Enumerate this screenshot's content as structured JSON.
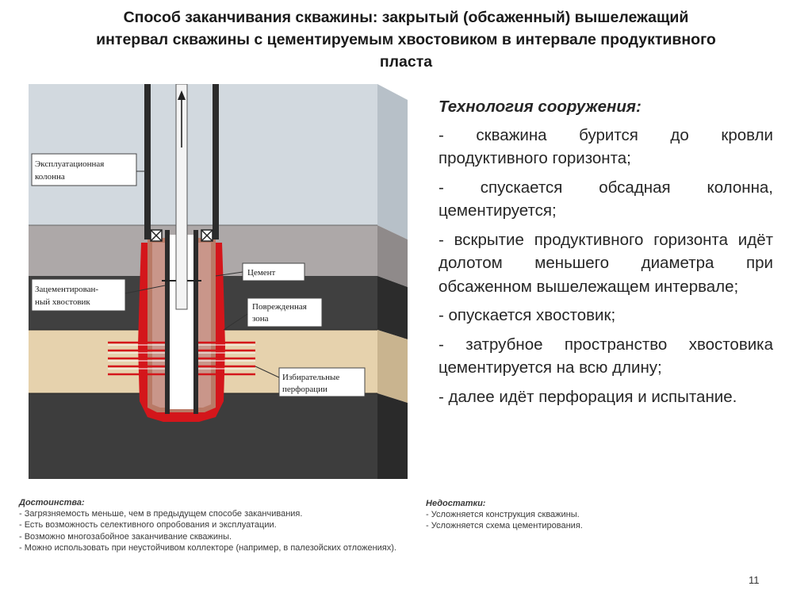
{
  "title": {
    "line1": "Способ заканчивания скважины: закрытый (обсаженный) вышележащий",
    "line2": "интервал скважины с цементируемым хвостовиком в интервале продуктивного",
    "line3": "пласта"
  },
  "diagram": {
    "labels": {
      "exploitation_column_1": "Эксплуатационная",
      "exploitation_column_2": "колонна",
      "cement": "Цемент",
      "cemented_liner_1": "Зацементирован-",
      "cemented_liner_2": "ный хвостовик",
      "damaged_zone_1": "Поврежденная",
      "damaged_zone_2": "зона",
      "selective_perf_1": "Избирательные",
      "selective_perf_2": "перфорации"
    },
    "colors": {
      "sky": "#d2d9df",
      "upper_layer": "#ada8a8",
      "dark_layer": "#404040",
      "pay_zone": "#e6d2ad",
      "bottom_layer": "#3d3d3d",
      "cement": "#b97a66",
      "damaged_zone": "#d4161b",
      "casing": "#2b2b2b"
    }
  },
  "technology": {
    "heading": "Технология сооружения:",
    "items": [
      "- скважина бурится до кровли продуктивного горизонта;",
      "- спускается обсадная колонна, цементируется;",
      "- вскрытие продуктивного горизонта идёт долотом меньшего диаметра при обсаженном вышележащем интервале;",
      "- опускается хвостовик;",
      "- затрубное пространство хвостовика цементируется на всю длину;",
      "- далее идёт перфорация и испытание."
    ]
  },
  "advantages": {
    "heading": "Достоинства:",
    "items": [
      "- Загрязняемость меньше, чем в предыдущем способе заканчивания.",
      "- Есть возможность селективного опробования и эксплуатации.",
      "- Возможно многозабойное заканчивание скважины.",
      "- Можно использовать при неустойчивом коллекторе (например, в палезойских отложениях)."
    ]
  },
  "disadvantages": {
    "heading": "Недостатки:",
    "items": [
      "- Усложняется конструкция скважины.",
      "- Усложняется схема цементирования."
    ]
  },
  "page_number": "11"
}
